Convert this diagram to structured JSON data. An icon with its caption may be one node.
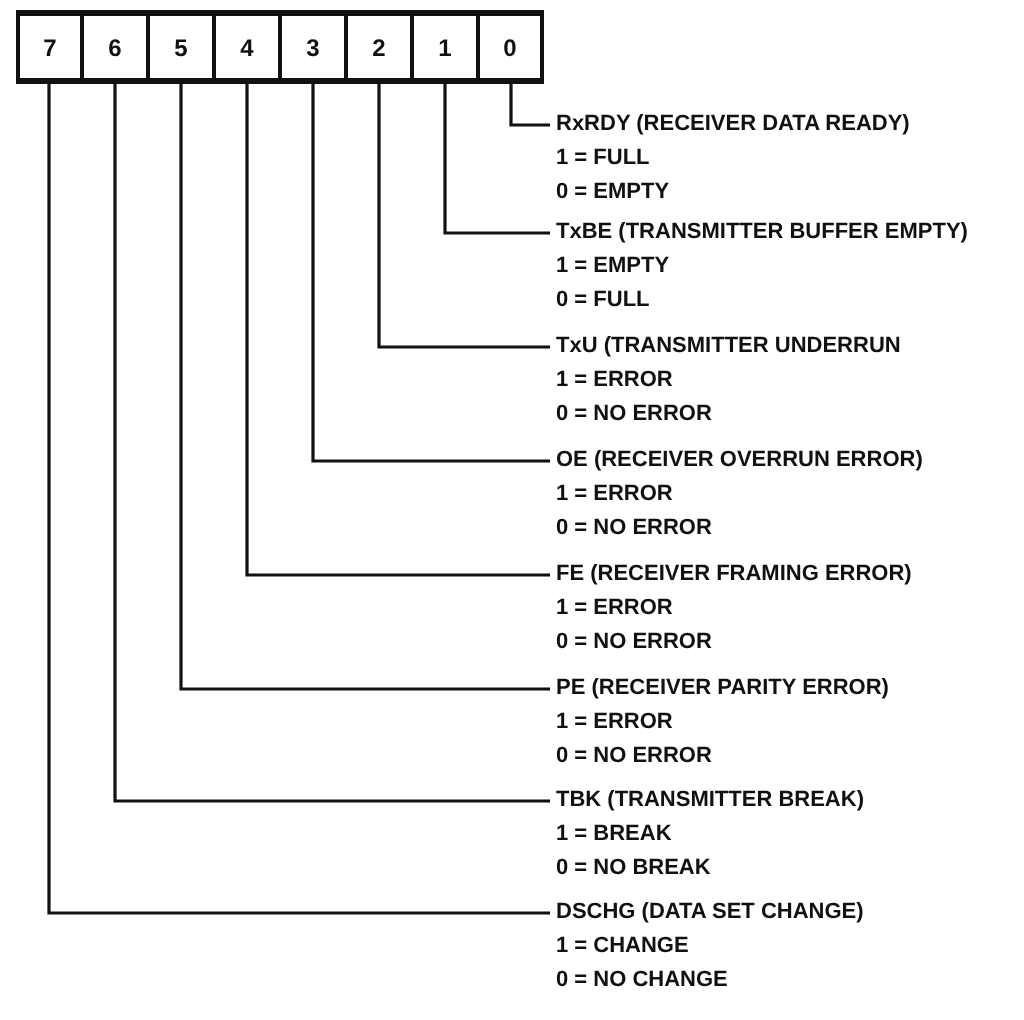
{
  "diagram": {
    "nodes": [
      {
        "text": [
          "7"
        ]
      },
      {
        "text": [
          "6"
        ]
      },
      {
        "text": [
          "5"
        ]
      },
      {
        "text": [
          "4"
        ]
      },
      {
        "text": [
          "3"
        ]
      },
      {
        "text": [
          "2"
        ]
      },
      {
        "text": [
          "1"
        ]
      },
      {
        "text": [
          "0"
        ]
      },
      {
        "text": [
          "RxRDY (RECEIVER DATA READY)",
          "1 = FULL",
          "0 = EMPTY"
        ]
      },
      {
        "text": [
          "TxBE (TRANSMITTER BUFFER EMPTY)",
          "1 = EMPTY",
          "0 = FULL"
        ]
      },
      {
        "text": [
          "TxU (TRANSMITTER UNDERRUN",
          "1 = ERROR",
          "0 = NO ERROR"
        ]
      },
      {
        "text": [
          "OE (RECEIVER OVERRUN ERROR)",
          "1 = ERROR",
          "0 = NO ERROR"
        ]
      },
      {
        "text": [
          "FE (RECEIVER FRAMING ERROR)",
          "1 = ERROR",
          "0 = NO ERROR"
        ]
      },
      {
        "text": [
          "PE (RECEIVER PARITY ERROR)",
          "1 = ERROR",
          "0 = NO ERROR"
        ]
      },
      {
        "text": [
          "TBK (TRANSMITTER BREAK)",
          "1 = BREAK",
          "0 = NO BREAK"
        ]
      },
      {
        "text": [
          "DSCHG (DATA SET CHANGE)",
          "1 = CHANGE",
          "0 = NO CHANGE"
        ]
      }
    ],
    "edges": [
      {
        "from": 7,
        "to": 8,
        "arrow": "none"
      },
      {
        "from": 6,
        "to": 9,
        "arrow": "none"
      },
      {
        "from": 5,
        "to": 10,
        "arrow": "none"
      },
      {
        "from": 4,
        "to": 11,
        "arrow": "none"
      },
      {
        "from": 3,
        "to": 12,
        "arrow": "none"
      },
      {
        "from": 2,
        "to": 13,
        "arrow": "none"
      },
      {
        "from": 1,
        "to": 14,
        "arrow": "none"
      },
      {
        "from": 0,
        "to": 15,
        "arrow": "none"
      }
    ]
  }
}
